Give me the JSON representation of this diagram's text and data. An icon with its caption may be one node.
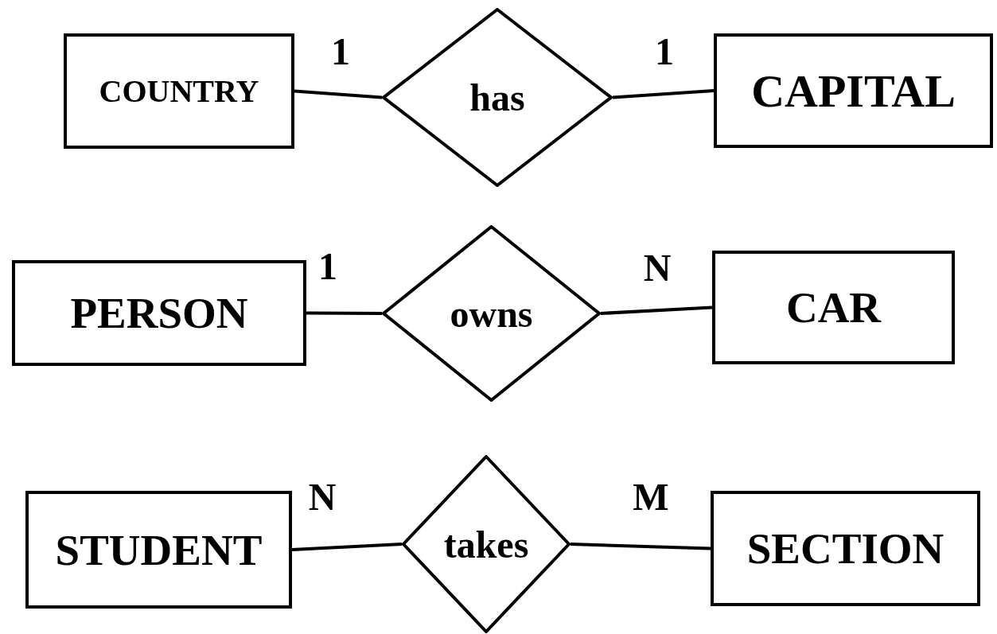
{
  "diagram": {
    "nodes": [
      {
        "text": [
          "COUNTRY"
        ]
      },
      {
        "text": [
          "has"
        ]
      },
      {
        "text": [
          "CAPITAL"
        ]
      },
      {
        "text": [
          "PERSON"
        ]
      },
      {
        "text": [
          "owns"
        ]
      },
      {
        "text": [
          "CAR"
        ]
      },
      {
        "text": [
          "STUDENT"
        ]
      },
      {
        "text": [
          "takes"
        ]
      },
      {
        "text": [
          "SECTION"
        ]
      }
    ],
    "edges": [
      {
        "from": 0,
        "to": 1,
        "arrow": "none",
        "label": "1"
      },
      {
        "from": 1,
        "to": 2,
        "arrow": "none",
        "label": "1"
      },
      {
        "from": 3,
        "to": 4,
        "arrow": "none",
        "label": "1"
      },
      {
        "from": 4,
        "to": 5,
        "arrow": "none",
        "label": "N"
      },
      {
        "from": 6,
        "to": 7,
        "arrow": "none",
        "label": "N"
      },
      {
        "from": 7,
        "to": 8,
        "arrow": "none",
        "label": "M"
      }
    ]
  }
}
